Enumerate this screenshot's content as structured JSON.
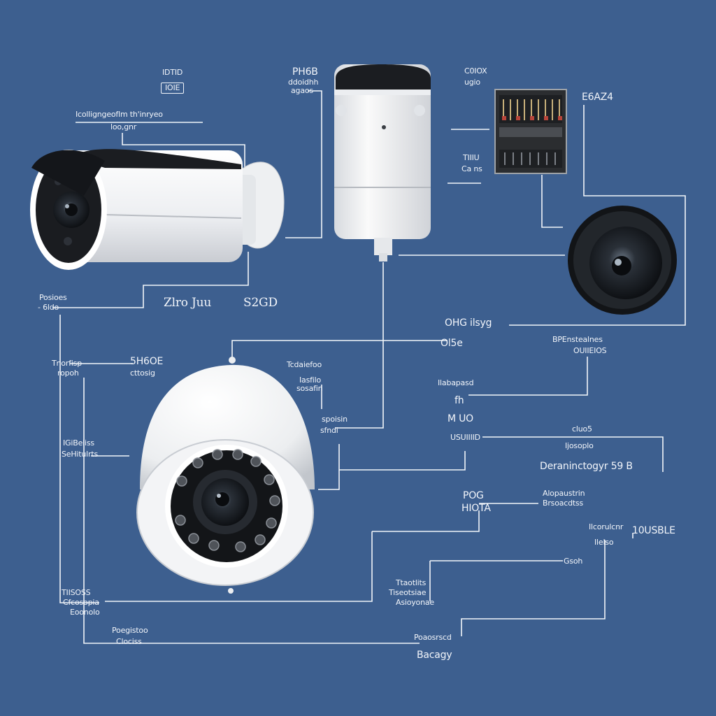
{
  "labels": {
    "top_left_a": "IDTID",
    "top_left_b": "IOIE",
    "top_left_c": "Icolligngeoflm th'inryeo",
    "top_left_d": "loo,gnr",
    "top_center_a": "PH6B",
    "top_center_b": "ddoidhh",
    "top_center_c": "agaos",
    "top_right_a": "C0IOX",
    "top_right_b": "ugio",
    "top_right_c": "E6AZ4",
    "mid_right_a": "TIIIU",
    "mid_right_b": "Ca ns",
    "left_mid_a": "Posioes",
    "left_mid_b": "- 6ldo",
    "left_mid_big_a": "Zlro Juu",
    "left_mid_big_b": "S2GD",
    "right_mid_a": "OHG ilsyg",
    "right_mid_b": "Ol5e",
    "right_mid_c": "BPEnstealnes",
    "right_mid_d": "OUIIEIOS",
    "left_low_a": "Tnorfisp",
    "left_low_b": "ropoh",
    "left_low_c": "5H6OE",
    "left_low_d": "cttosig",
    "center_low_a": "Tcdaiefoo",
    "center_low_b": "Iasfilo",
    "center_low_c": "sosafin",
    "right_low_a": "Ilabapasd",
    "right_low_b": "fh",
    "right_low_c": "M UO",
    "right_low_d": "USUIIIID",
    "left_dome_a": "IGiBeliss",
    "left_dome_b": "SeHitulrts",
    "center_dome_a": "spoisin",
    "center_dome_b": "sfndi",
    "right_dome_a": "cluo5",
    "right_dome_b": "Ijosoplo",
    "right_dome_c": "Deraninctogyr 59 B",
    "right_bottom_a": "POG",
    "right_bottom_b": "HIOTA",
    "right_bottom_c": "Alopaustrin",
    "right_bottom_d": "Brsoacdtss",
    "right_bottom_e": "Ilcorulcnr",
    "right_bottom_f": "Ilelso",
    "right_bottom_g": "10USBLE",
    "right_bottom_h": "Gsoh",
    "bottom_left_a": "TIISOSS",
    "bottom_left_b": "Cfcosopia",
    "bottom_left_c": "Eoonolo",
    "bottom_center_a": "Ttaotlits",
    "bottom_center_b": "Tiseotsiae",
    "bottom_center_c": "Asioyonae",
    "bottom_bottom_a": "Poegistoo",
    "bottom_bottom_b": "Clociss",
    "bottom_bottom_c": "Poaosrscd",
    "bottom_bottom_d": "Bacagy"
  },
  "colors": {
    "background": "#3d5f8f",
    "line": "#f2f5fa",
    "camera_body": "#f4f5f7",
    "camera_dark": "#14161a"
  },
  "icons": {
    "bullet_camera": "bullet-camera-icon",
    "cube_camera": "cube-camera-icon",
    "control_board": "control-board-icon",
    "round_camera": "round-lens-camera-icon",
    "dome_camera": "dome-camera-icon"
  }
}
